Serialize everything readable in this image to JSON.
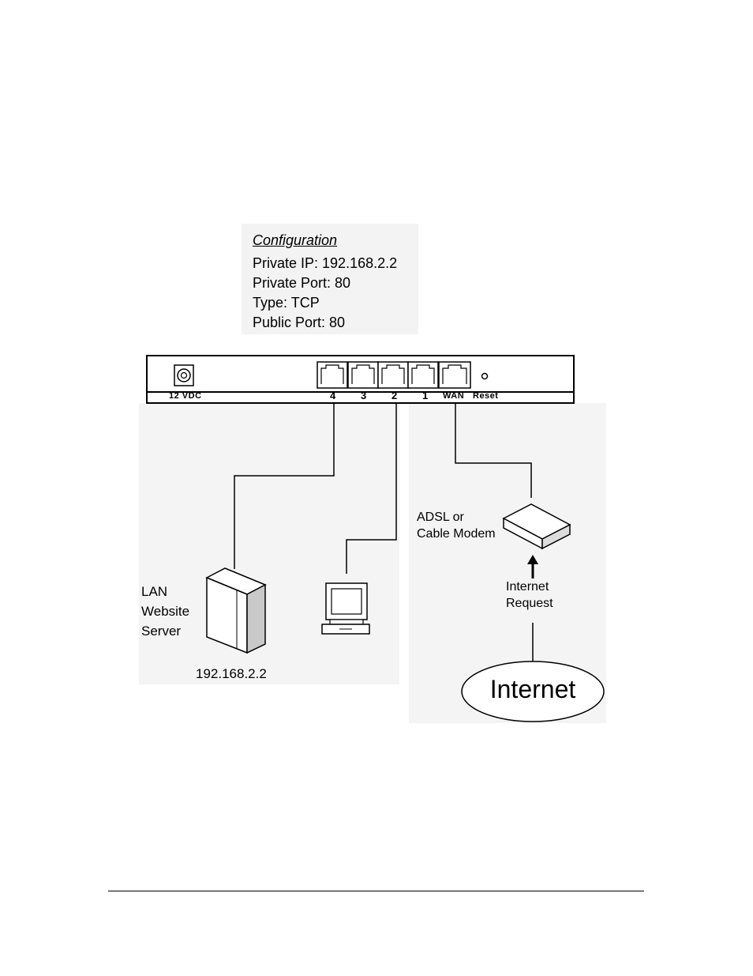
{
  "configuration": {
    "title": "Configuration",
    "lines": [
      "Private IP: 192.168.2.2",
      "Private Port: 80",
      "Type: TCP",
      "Public Port: 80"
    ]
  },
  "router": {
    "power_label": "12 VDC",
    "lan_ports": [
      "4",
      "3",
      "2",
      "1"
    ],
    "wan_label": "WAN",
    "reset_label": "Reset"
  },
  "server": {
    "label_lines": [
      "LAN",
      "Website",
      "Server"
    ],
    "ip": "192.168.2.2"
  },
  "modem": {
    "label_lines": [
      "ADSL or",
      "Cable Modem"
    ]
  },
  "request": {
    "label_lines": [
      "Internet",
      "Request"
    ]
  },
  "internet": {
    "label": "Internet"
  }
}
